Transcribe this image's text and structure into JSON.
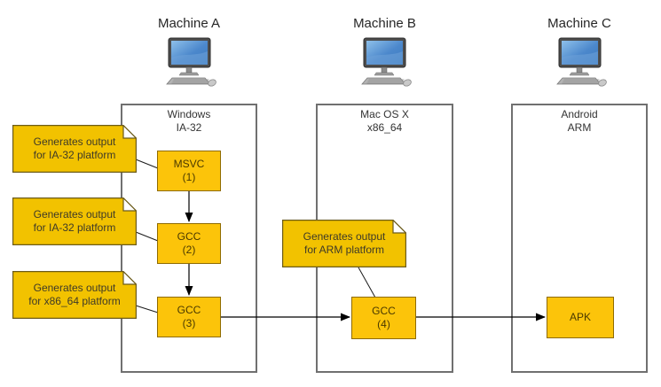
{
  "machines": [
    {
      "title": "Machine A",
      "os": [
        "Windows",
        "IA-32"
      ],
      "icon": "desktop-computer-icon"
    },
    {
      "title": "Machine B",
      "os": [
        "Mac OS X",
        "x86_64"
      ],
      "icon": "desktop-computer-icon"
    },
    {
      "title": "Machine C",
      "os": [
        "Android",
        "ARM"
      ],
      "icon": "desktop-computer-icon"
    }
  ],
  "nodes": [
    {
      "label": "MSVC",
      "step": "(1)"
    },
    {
      "label": "GCC",
      "step": "(2)"
    },
    {
      "label": "GCC",
      "step": "(3)"
    },
    {
      "label": "GCC",
      "step": "(4)"
    },
    {
      "label": "APK",
      "step": ""
    }
  ],
  "notes": [
    {
      "text1": "Generates output",
      "text2": "for IA-32 platform"
    },
    {
      "text1": "Generates output",
      "text2": "for IA-32 platform"
    },
    {
      "text1": "Generates output",
      "text2": "for x86_64 platform"
    },
    {
      "text1": "Generates output",
      "text2": "for ARM platform"
    }
  ],
  "colors": {
    "node_fill": "#fcc40a",
    "node_border": "#8f6b00",
    "note_fill": "#f2c200",
    "note_border": "#6b5b1a",
    "container_border": "#707070",
    "arrow": "#000000",
    "screen_blue": "#3a7abf"
  }
}
